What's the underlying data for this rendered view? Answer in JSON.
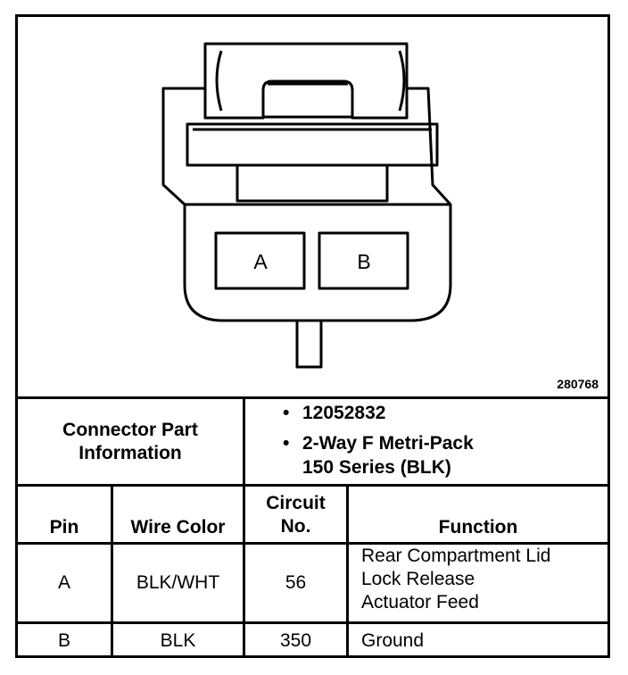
{
  "diagram": {
    "pins": [
      "A",
      "B"
    ],
    "figure_number": "280768"
  },
  "connector_info": {
    "label_line1": "Connector Part",
    "label_line2": "Information",
    "bullets": [
      {
        "bullet": "•",
        "line1": "12052832",
        "line2": ""
      },
      {
        "bullet": "•",
        "line1": "2-Way F Metri-Pack",
        "line2": "150 Series (BLK)"
      }
    ]
  },
  "table": {
    "headers": {
      "pin": "Pin",
      "wire_color": "Wire Color",
      "circuit_line1": "Circuit",
      "circuit_line2": "No.",
      "function": "Function"
    },
    "rows": [
      {
        "pin": "A",
        "wire_color": "BLK/WHT",
        "circuit": "56",
        "function_lines": [
          "Rear Compartment Lid",
          "Lock Release",
          "Actuator Feed"
        ]
      },
      {
        "pin": "B",
        "wire_color": "BLK",
        "circuit": "350",
        "function_lines": [
          "Ground"
        ]
      }
    ]
  }
}
